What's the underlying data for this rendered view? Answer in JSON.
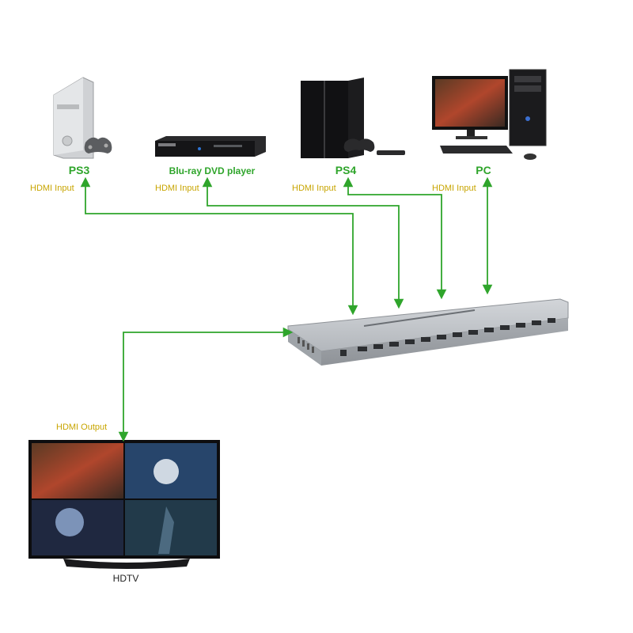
{
  "colors": {
    "wire": "#2fa52b",
    "device_label": "#2fa52b",
    "port_label": "#c8a500",
    "switch_body": "#b9bdc2",
    "switch_front": "#9ea3a8"
  },
  "devices": [
    {
      "id": "ps3",
      "name": "PS3",
      "port_label": "HDMI Input",
      "icon": "game-console-icon"
    },
    {
      "id": "bluray",
      "name": "Blu-ray DVD player",
      "port_label": "HDMI Input",
      "icon": "dvd-player-icon"
    },
    {
      "id": "ps4",
      "name": "PS4",
      "port_label": "HDMI Input",
      "icon": "game-console-icon"
    },
    {
      "id": "pc",
      "name": "PC",
      "port_label": "HDMI Input",
      "icon": "desktop-computer-icon"
    }
  ],
  "output": {
    "port_label": "HDMI Output",
    "tv_name": "HDTV",
    "icon": "tv-icon"
  }
}
